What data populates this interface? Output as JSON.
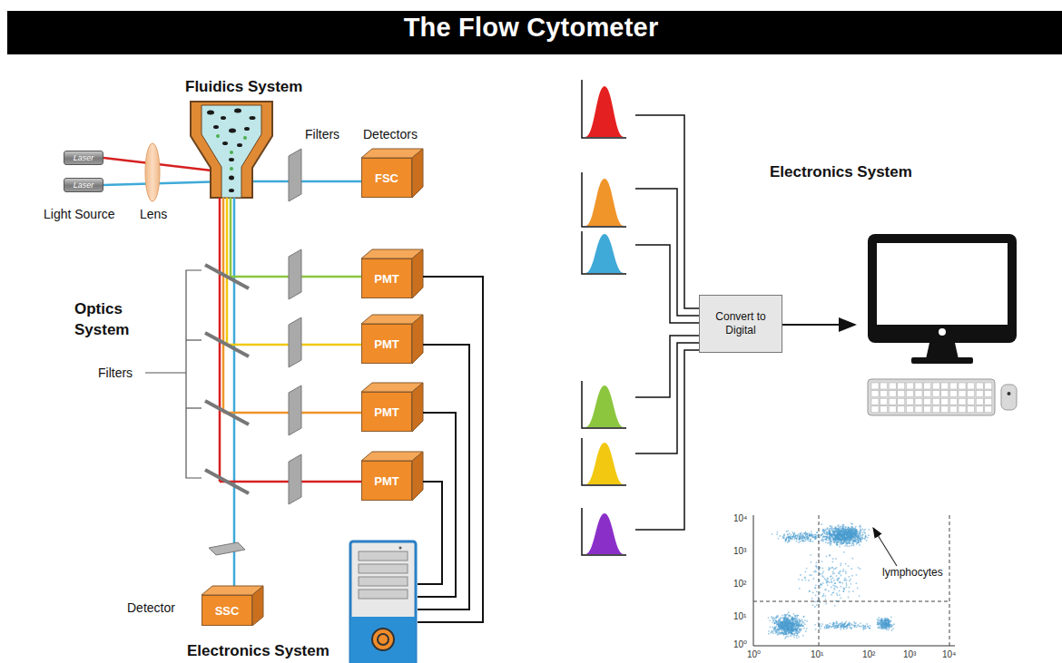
{
  "diagram": {
    "title": "The Flow Cytometer",
    "nodes": [
      {
        "text": [
          "Laser"
        ]
      },
      {
        "text": [
          "Laser"
        ]
      },
      {
        "text": [
          "FSC"
        ]
      },
      {
        "text": [
          "PMT"
        ]
      },
      {
        "text": [
          "PMT"
        ]
      },
      {
        "text": [
          "PMT"
        ]
      },
      {
        "text": [
          "PMT"
        ]
      },
      {
        "text": [
          "SSC"
        ]
      },
      {
        "text": [
          "Convert to Digital"
        ]
      }
    ],
    "labels": [
      "Fluidics System",
      "Filters",
      "Detectors",
      "Light Source",
      "Lens",
      "Optics System",
      "Filters",
      "Detector",
      "Electronics System",
      "Electronics System",
      "lymphocytes",
      "10⁴",
      "10³",
      "10²",
      "10¹",
      "10⁰",
      "10⁰",
      "10¹",
      "10²",
      "10³",
      "10⁴"
    ]
  }
}
